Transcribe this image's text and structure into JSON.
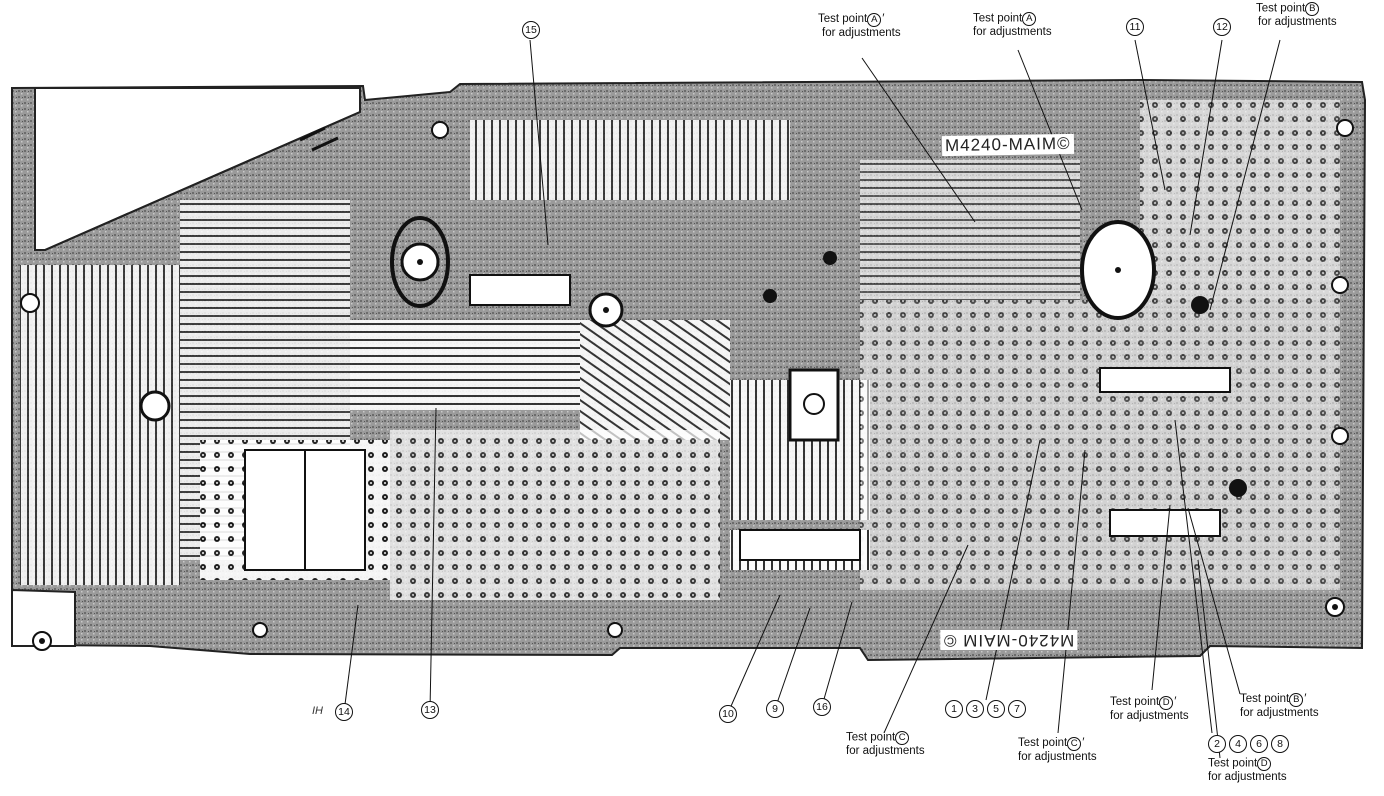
{
  "board": {
    "label_top": "M4240-MAIM©",
    "label_bottom": "M4240-MAIM ©"
  },
  "test_points": {
    "a_prime": {
      "letter": "A",
      "prime": "′",
      "prefix": "Test point",
      "suffix": "for adjustments"
    },
    "a": {
      "letter": "A",
      "prime": "",
      "prefix": "Test point",
      "suffix": "for adjustments"
    },
    "b": {
      "letter": "B",
      "prime": "",
      "prefix": "Test point",
      "suffix": "for adjustments"
    },
    "b_prime": {
      "letter": "B",
      "prime": "′",
      "prefix": "Test point",
      "suffix": "for adjustments"
    },
    "c": {
      "letter": "C",
      "prime": "",
      "prefix": "Test point",
      "suffix": "for adjustments"
    },
    "c_prime": {
      "letter": "C",
      "prime": "′",
      "prefix": "Test point",
      "suffix": "for adjustments"
    },
    "d": {
      "letter": "D",
      "prime": "",
      "prefix": "Test point",
      "suffix": "for adjustments"
    },
    "d_prime": {
      "letter": "D",
      "prime": "′",
      "prefix": "Test point",
      "suffix": "for adjustments"
    }
  },
  "callouts": {
    "n9": "9",
    "n10": "10",
    "n11": "11",
    "n12": "12",
    "n13": "13",
    "n14": "14",
    "n15": "15",
    "n16": "16"
  },
  "group_odd": [
    "1",
    "3",
    "5",
    "7"
  ],
  "group_even": [
    "2",
    "4",
    "6",
    "8"
  ],
  "marks": {
    "scribble": "IH"
  }
}
